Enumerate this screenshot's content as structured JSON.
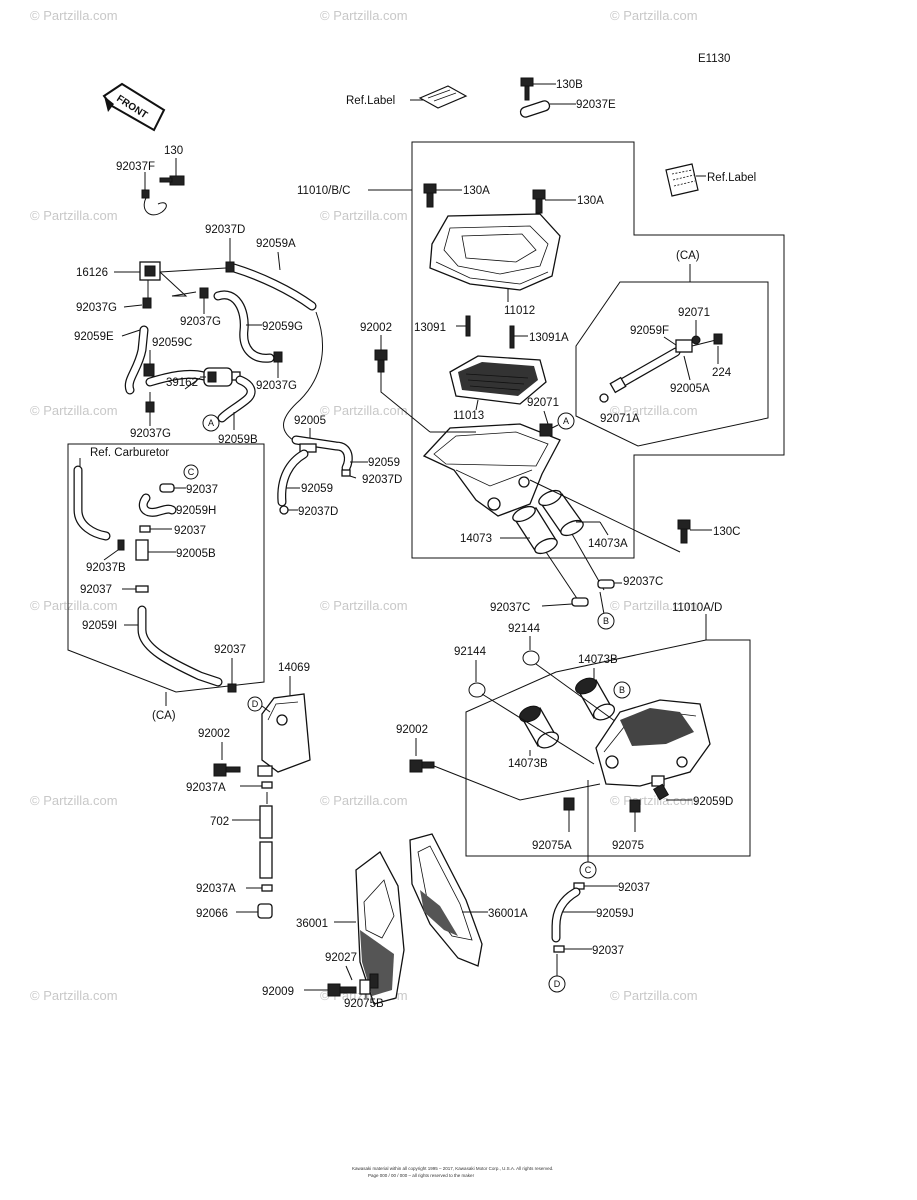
{
  "diagram_code": "E1130",
  "front_label": "FRONT",
  "watermark": "© Partzilla.com",
  "footer_line1": "Kawasaki material within all copyright 1995 – 2017, Kawasaki Motor Corp., U.S.A. All rights reserved.",
  "footer_line2": "Page 000 / 00 / 000 – all rights reserved to the maker",
  "ref_label": "Ref.Label",
  "ref_carburetor": "Ref. Carburetor",
  "ca_label": "(CA)",
  "circle_refs": {
    "a": "A",
    "b": "B",
    "c": "C",
    "d": "D"
  },
  "labels": {
    "p130B": "130B",
    "p92037E": "92037E",
    "p130": "130",
    "p92037F": "92037F",
    "p11010BC": "11010/B/C",
    "p130A_1": "130A",
    "p130A_2": "130A",
    "p11012": "11012",
    "p92037D_1": "92037D",
    "p92059A": "92059A",
    "p16126": "16126",
    "p92037G_1": "92037G",
    "p92037G_2": "92037G",
    "p92059G": "92059G",
    "p92059E": "92059E",
    "p92059C": "92059C",
    "p92037G_3": "92037G",
    "p39162": "39162",
    "p92059B": "92059B",
    "p92037G_4": "92037G",
    "p92002_1": "92002",
    "p13091": "13091",
    "p13091A": "13091A",
    "p92071_1": "92071",
    "p92059F": "92059F",
    "p224": "224",
    "p92005A": "92005A",
    "p92071A": "92071A",
    "p11013": "11013",
    "p92071_2": "92071",
    "p92005": "92005",
    "p92059_1": "92059",
    "p92037D_2": "92037D",
    "p92059_2": "92059",
    "p92037D_3": "92037D",
    "p92037_1": "92037",
    "p92059H": "92059H",
    "p92037_2": "92037",
    "p92037B": "92037B",
    "p92005B": "92005B",
    "p92037_3": "92037",
    "p92059I": "92059I",
    "p92037_4": "92037",
    "p14073": "14073",
    "p14073A": "14073A",
    "p130C": "130C",
    "p92037C_1": "92037C",
    "p92037C_2": "92037C",
    "p11010AD": "11010A/D",
    "p92144_1": "92144",
    "p92144_2": "92144",
    "p14073B_1": "14073B",
    "p14073B_2": "14073B",
    "p14069": "14069",
    "p92002_2": "92002",
    "p92002_3": "92002",
    "p92037A_1": "92037A",
    "p702": "702",
    "p92037A_2": "92037A",
    "p92066": "92066",
    "p92059D": "92059D",
    "p92075A": "92075A",
    "p92075": "92075",
    "p92037_5": "92037",
    "p92059J": "92059J",
    "p92037_6": "92037",
    "p36001": "36001",
    "p36001A": "36001A",
    "p92027": "92027",
    "p92009": "92009",
    "p92075B": "92075B"
  }
}
